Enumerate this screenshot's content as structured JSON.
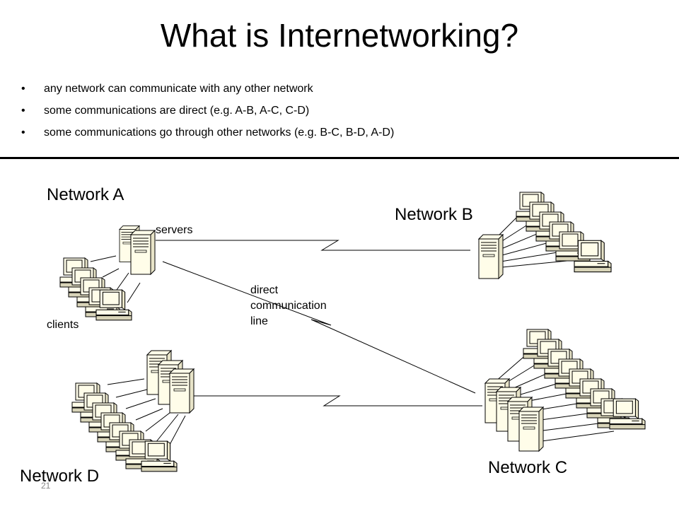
{
  "slide": {
    "title": "What is Internetworking?",
    "bullets": [
      "any network can communicate with any other network",
      "some communications are direct   (e.g.  A-B,   A-C,   C-D)",
      "some communications go through other networks   (e.g.  B-C,   B-D,   A-D)"
    ],
    "page_number": "21"
  },
  "diagram": {
    "network_labels": {
      "a": "Network A",
      "b": "Network B",
      "c": "Network C",
      "d": "Network D"
    },
    "servers_label": "servers",
    "clients_label": "clients",
    "direct_line_label": [
      "direct",
      "communication",
      "line"
    ]
  }
}
